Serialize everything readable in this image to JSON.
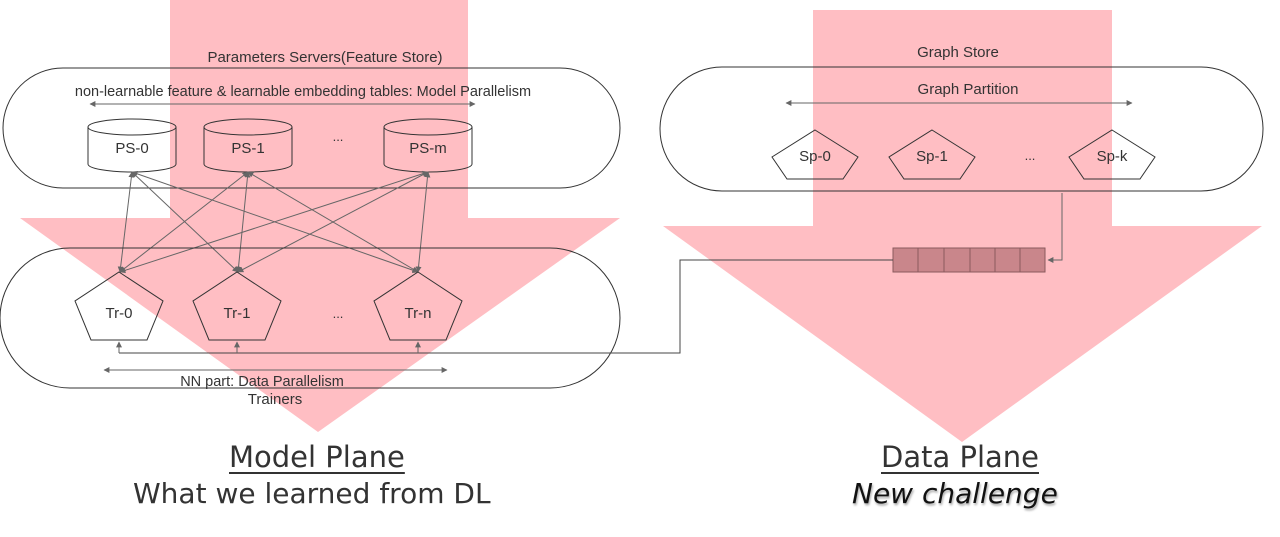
{
  "model_plane": {
    "ps_title": "Parameters Servers(Feature Store)",
    "ps_subtitle": "non-learnable feature & learnable embedding tables: Model Parallelism",
    "ps_nodes": [
      "PS-0",
      "PS-1",
      "...",
      "PS-m"
    ],
    "trainer_nodes": [
      "Tr-0",
      "Tr-1",
      "...",
      "Tr-n"
    ],
    "trainer_subtitle": "NN part: Data Parallelism",
    "trainer_title": "Trainers",
    "caption_title": "Model Plane",
    "caption_subtitle": "What we learned from DL"
  },
  "data_plane": {
    "graph_title": "Graph Store",
    "graph_subtitle": "Graph Partition",
    "sampler_nodes": [
      "Sp-0",
      "Sp-1",
      "...",
      "Sp-k"
    ],
    "caption_title": "Data Plane",
    "caption_subtitle": "New challenge"
  },
  "colors": {
    "arrow_fill": "#ffb3b8",
    "queue_fill": "#c9868b",
    "outline": "#333333",
    "connector": "#666666"
  }
}
